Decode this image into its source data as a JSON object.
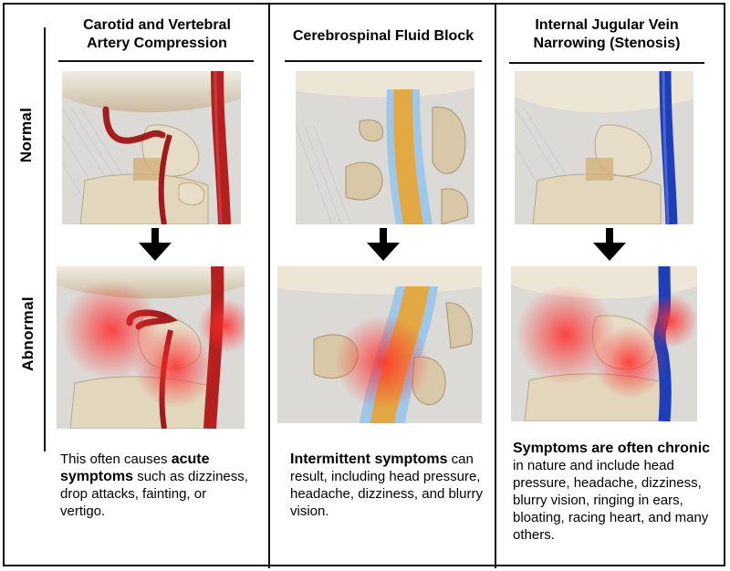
{
  "rows": [
    "Normal",
    "Abnormal"
  ],
  "colors": {
    "artery": "#b3201f",
    "vein": "#1f3fb8",
    "csf": "#9fc8e8",
    "cord": "#e2a843",
    "bone": "#d9c8a8",
    "glow": "#ff2a2a"
  },
  "columns": [
    {
      "title_line1": "Carotid and Vertebral",
      "title_line2": "Artery Compression",
      "caption_pre": "This often causes ",
      "caption_bold": "acute symptoms",
      "caption_post": " such as dizziness, drop attacks, fainting, or vertigo."
    },
    {
      "title_line1": "Cerebrospinal Fluid Block",
      "title_line2": "",
      "caption_pre": "",
      "caption_bold": "Intermittent symptoms",
      "caption_post": " can result, including head pressure, headache, dizziness, and blurry vision."
    },
    {
      "title_line1": "Internal Jugular Vein",
      "title_line2": "Narrowing (Stenosis)",
      "caption_pre": "",
      "caption_bold": "Symptoms are often chronic",
      "caption_post": " in nature and include head pressure, headache, dizziness, blurry vision, ringing in ears, bloating, racing heart, and many others."
    }
  ]
}
